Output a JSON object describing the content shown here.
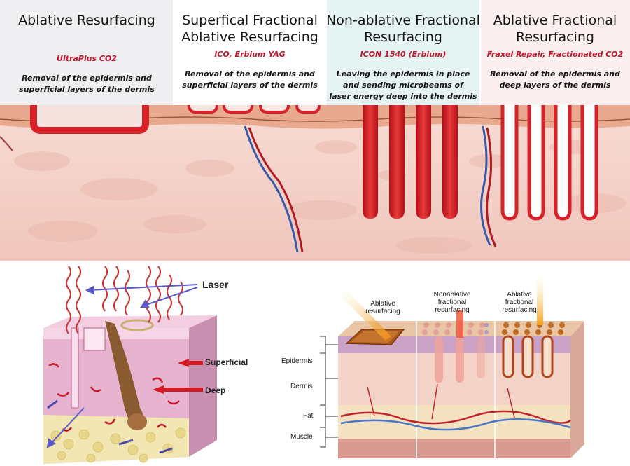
{
  "top_panel": {
    "columns": [
      {
        "title": "Ablative Resurfacing",
        "device": "UltraPlus CO2",
        "description": "Removal of the epidermis and\nsuperficial layers of the dermis",
        "bg": "#efeef0"
      },
      {
        "title": "Superfical Fractional\nAblative Resurfacing",
        "device": "ICO, Erbium YAG",
        "description": "Removal of the epidermis and\nsuperficial layers of the dermis",
        "bg": "#ffffff"
      },
      {
        "title": "Non-ablative Fractional\nResurfacing",
        "device": "ICON 1540 (Erbium)",
        "description": "Leaving the epidermis in place\nand sending microbeams of\nlaser energy deep into the dermis",
        "bg": "#e5f4f3"
      },
      {
        "title": "Ablative Fractional\nResurfacing",
        "device": "Fraxel Repair, Fractionated CO2",
        "description": "Removal of the epidermis and\ndeep layers of the dermis",
        "bg": "#fbefef"
      }
    ]
  },
  "left_diagram": {
    "labels": {
      "laser": "Laser",
      "superficial": "Superficial",
      "deep": "Deep"
    }
  },
  "right_diagram": {
    "column_labels": [
      {
        "text": "Ablative\nresurfacing"
      },
      {
        "text": "Nonablative\nfractional\nresurfacing"
      },
      {
        "text": "Ablative\nfractional\nresurfacing"
      }
    ],
    "layer_labels": [
      "Epidermis",
      "Dermis",
      "Fat",
      "Muscle"
    ]
  },
  "colors": {
    "accent_red": "#c3152a",
    "skin_base": "#f2cfc6",
    "laser_red": "#d4222a",
    "arrow_blue": "#5a58c8"
  }
}
